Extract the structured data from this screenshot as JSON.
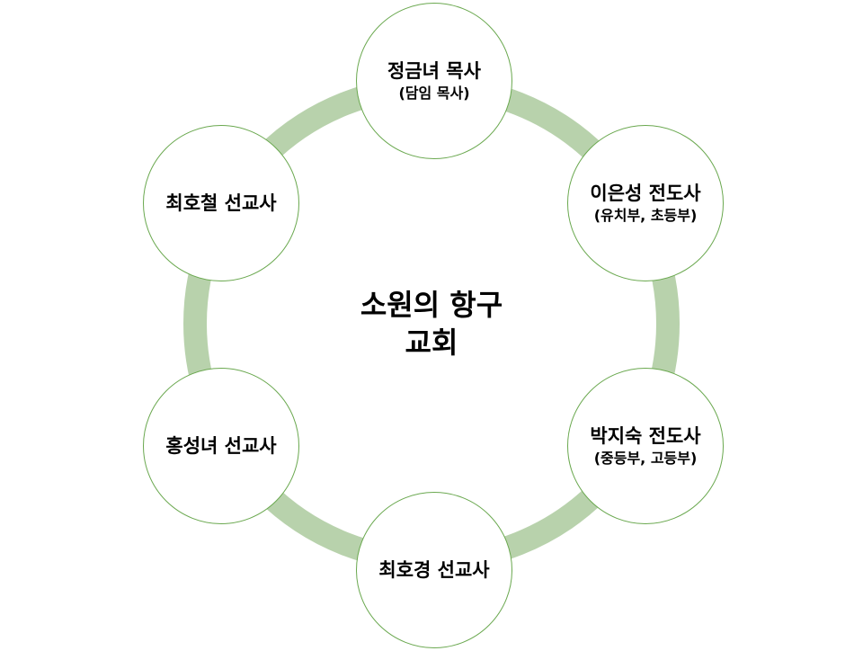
{
  "colors": {
    "ring": "#b8d2ac",
    "node_border": "#6aa84f",
    "node_fill": "#ffffff",
    "text": "#000000"
  },
  "center": {
    "line1": "소원의 항구",
    "line2": "교회"
  },
  "nodes": [
    {
      "name": "정금녀 목사",
      "role": "(담임 목사)"
    },
    {
      "name": "이은성 전도사",
      "role": "(유치부, 초등부)"
    },
    {
      "name": "박지숙 전도사",
      "role": "(중등부, 고등부)"
    },
    {
      "name": "최호경 선교사",
      "role": ""
    },
    {
      "name": "홍성녀 선교사",
      "role": ""
    },
    {
      "name": "최호철 선교사",
      "role": ""
    }
  ]
}
